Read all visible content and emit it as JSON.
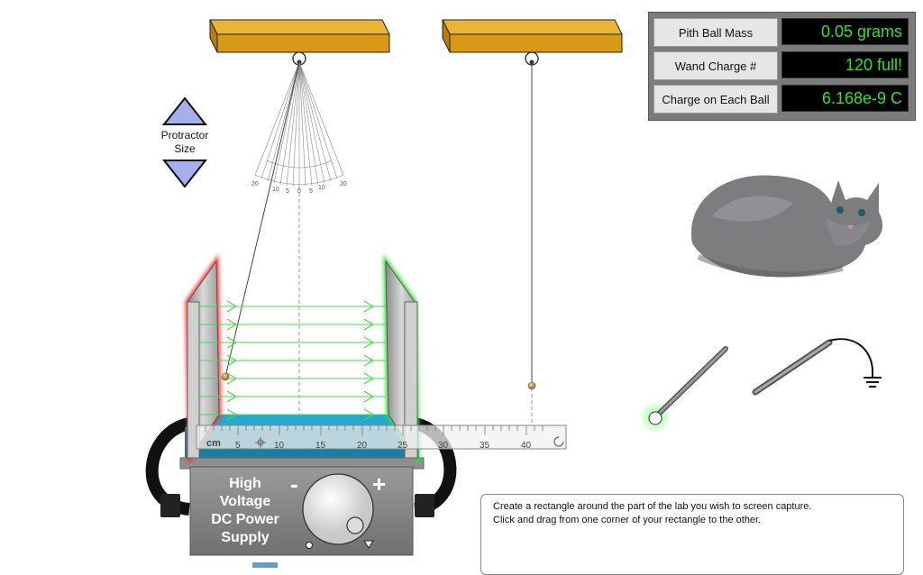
{
  "readouts": [
    {
      "label": "Pith Ball Mass",
      "value": "0.05 grams"
    },
    {
      "label": "Wand Charge #",
      "value": "120 full!"
    },
    {
      "label": "Charge on Each Ball",
      "value": "6.168e-9 C"
    }
  ],
  "protractor": {
    "label_line1": "Protractor",
    "label_line2": "Size",
    "tick_labels": [
      "20",
      "10",
      "5",
      "0",
      "5",
      "10",
      "20"
    ]
  },
  "power_supply": {
    "line1": "High",
    "line2": "Voltage",
    "line3": "DC Power",
    "line4": "Supply",
    "minus": "-",
    "plus": "+"
  },
  "ruler": {
    "unit": "cm",
    "labels": [
      "5",
      "10",
      "15",
      "20",
      "25",
      "30",
      "35",
      "40"
    ]
  },
  "instructions": {
    "line1": "Create a rectangle around the part of the lab you wish to screen capture.",
    "line2": "Click and drag from one corner of your rectangle to the other."
  },
  "colors": {
    "readout_text": "#29e62a",
    "positive_plate_glow": "#ff2a2a",
    "negative_plate_glow": "#33dd33",
    "field_lines": "#44dd44",
    "support_bar": "#d89a16",
    "protractor_button": "#a7aeee"
  },
  "icons": [
    "ground-icon",
    "move-icon",
    "rotate-icon"
  ]
}
